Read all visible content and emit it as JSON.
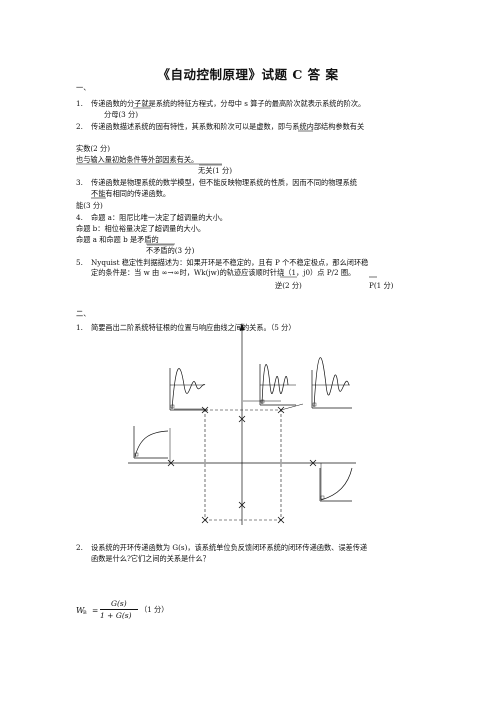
{
  "title": "《自动控制原理》试题 C 答    案",
  "section1": {
    "heading": "一、",
    "q1": {
      "num": "1.",
      "text": "传递函数的分子就是系统的特征方程式，分母中 s 算子的最高阶次就表示系统的阶次。",
      "score": "分母(3 分)"
    },
    "q2": {
      "num": "2.",
      "text": "传递函数描述系统的固有特性，其系数和阶次可以是虚数，即与系统内部结构参数有关",
      "score": "实数(2 分)",
      "line2": "也与输入量初始条件等外部因素有关。",
      "score2": "无关(1 分)"
    },
    "q3": {
      "num": "3.",
      "line1": "传递函数是物理系统的数学模型，但不能反映物理系统的性质，因而不同的物理系统",
      "line2": "不能有相同的传递函数。",
      "score": "能(3 分)"
    },
    "q4": {
      "num": "4.",
      "a": "命题 a：阻尼比唯一决定了超调量的大小。",
      "b": "命题 b：相位裕量决定了超调量的大小。",
      "c": "命题 a 和命题 b 是矛盾的",
      "score": "不矛盾的(3 分)"
    },
    "q5": {
      "num": "5.",
      "line1": "Nyquist 稳定性判据描述为：如果开环是不稳定的，且有 P 个不稳定极点，那么闭环稳",
      "line2": "定的条件是：当 w 由 ∞→∞时，Wk(jw)的轨迹应该顺时针绕（1，j0）点 P/2 圈。",
      "score_a": "逆(2 分)",
      "score_b": "P(1 分)"
    }
  },
  "section2": {
    "heading": "二、",
    "q1": {
      "num": "1.",
      "text": "简要画出二阶系统特征根的位置与响应曲线之间的关系。（5 分）"
    },
    "q2": {
      "num": "2.",
      "line1": "设系统的开环传递函数为 G(s)，该系统单位负反馈闭环系统的闭环传递函数、误差传递",
      "line2": "函数是什么?它们之间的关系是什么？"
    },
    "formula": {
      "lhs": "W",
      "lhs_sub": "B",
      "eq": "=",
      "num": "G(s)",
      "den": "1 + G(s)",
      "score": "（1 分）"
    }
  }
}
